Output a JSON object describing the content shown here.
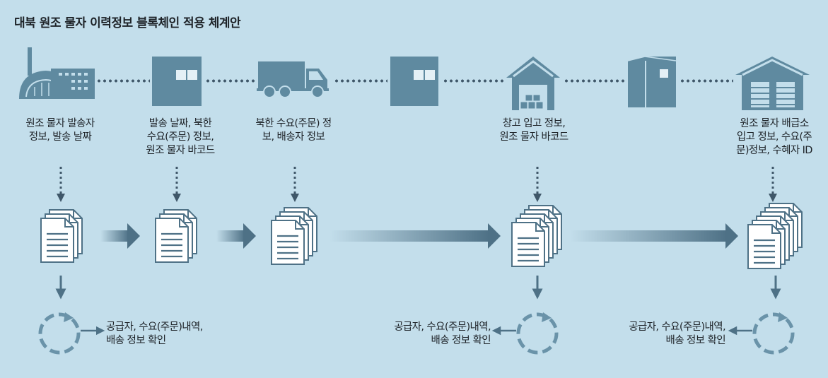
{
  "title": "대북 원조 물자 이력정보 블록체인 적용 체계안",
  "stages": [
    {
      "icon": "factory-icon",
      "label_lines": [
        "원조 물자 발송자",
        "정보, 발송 날짜"
      ]
    },
    {
      "icon": "box-icon",
      "label_lines": [
        "발송 날짜, 북한",
        "수요(주문) 정보,",
        "원조 물자 바코드"
      ]
    },
    {
      "icon": "truck-icon",
      "label_lines": [
        "북한 수요(주문) 정",
        "보, 배송자 정보"
      ]
    },
    {
      "icon": "box-icon",
      "label_lines": []
    },
    {
      "icon": "warehouse-icon",
      "label_lines": [
        "창고 입고 정보,",
        "원조 물자 바코드"
      ]
    },
    {
      "icon": "package-icon",
      "label_lines": []
    },
    {
      "icon": "distribution-center-icon",
      "label_lines": [
        "원조 물자 배급소",
        "입고 정보, 수요(주",
        "문)정보, 수혜자 ID"
      ]
    }
  ],
  "verification_notes": [
    {
      "lines": [
        "공급자, 수요(주문)내역,",
        "배송 정보 확인"
      ]
    },
    {
      "lines": [
        "공급자, 수요(주문)내역,",
        "배송 정보 확인"
      ]
    },
    {
      "lines": [
        "공급자, 수요(주문)내역,",
        "배송 정보 확인"
      ]
    }
  ],
  "colors": {
    "background": "#c3deeb",
    "icon": "#5f8aa0",
    "arrow": "#4e7186",
    "dots": "#3f5769",
    "text": "#1e2328"
  }
}
